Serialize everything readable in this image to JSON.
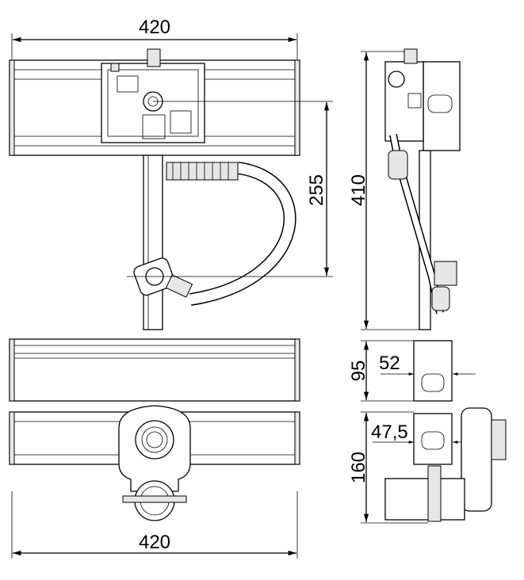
{
  "dimensions": {
    "top_width": "420",
    "drain_height": "255",
    "total_height": "410",
    "plate_height": "95",
    "plate_offset": "52",
    "lower_offset": "47,5",
    "lower_height": "160",
    "bottom_width": "420"
  }
}
